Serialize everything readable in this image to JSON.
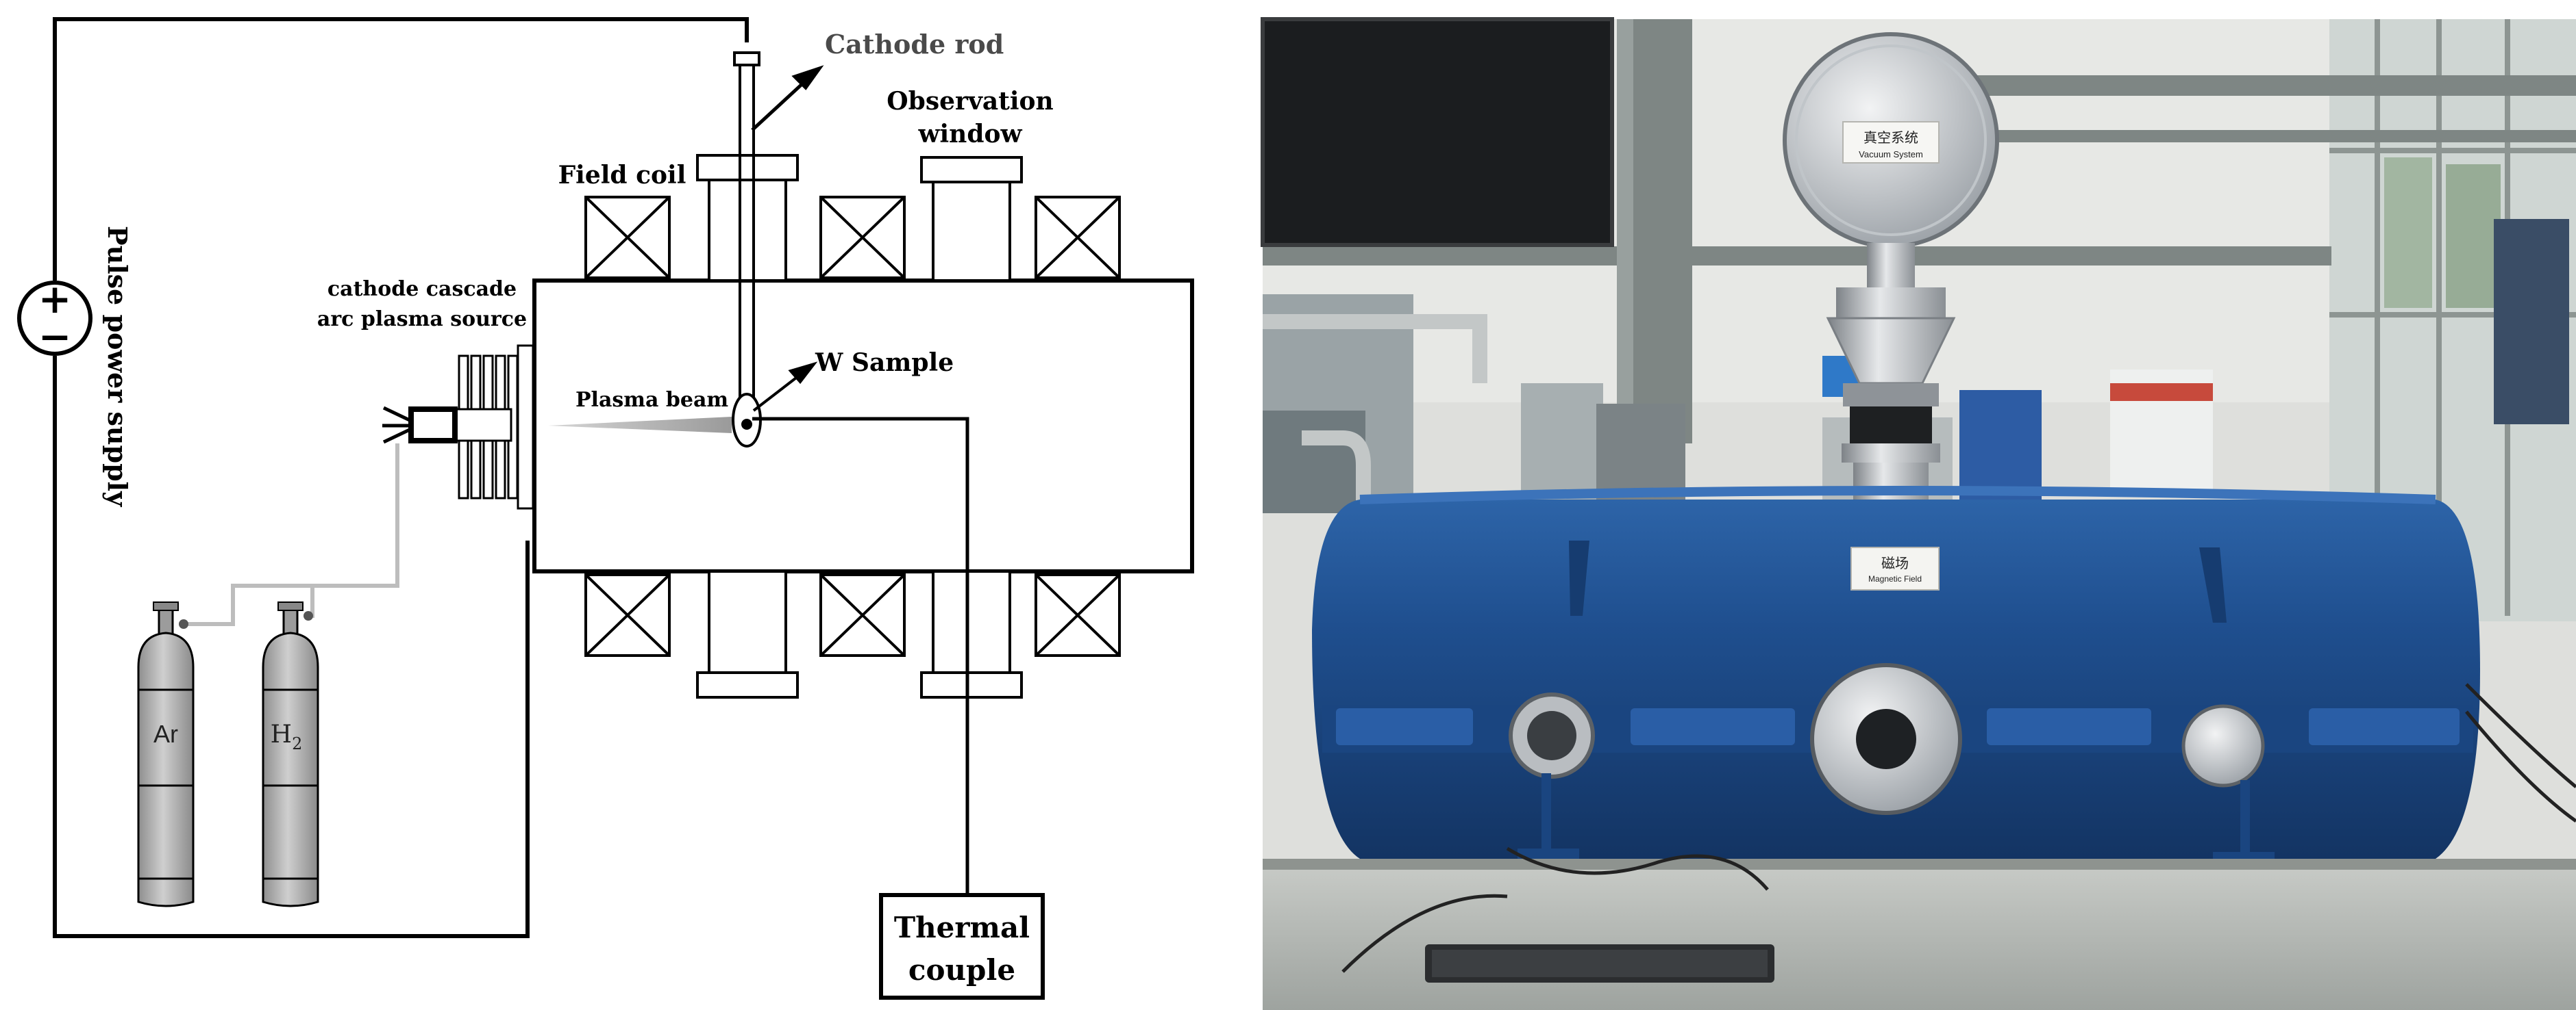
{
  "schematic": {
    "labels": {
      "cathode_rod": "Cathode rod",
      "observation_window_line1": "Observation",
      "observation_window_line2": "window",
      "field_coil": "Field coil",
      "cathode_cascade_line1": "cathode cascade",
      "cathode_cascade_line2": "arc plasma source",
      "plasma_beam": "Plasma beam",
      "w_sample": "W Sample",
      "pulse_power_supply": "Pulse power supply",
      "thermal_couple_line1": "Thermal",
      "thermal_couple_line2": "couple",
      "gas_ar": "Ar",
      "gas_h2": "H",
      "gas_h2_subscript": "2",
      "plus_sign": "+",
      "minus_sign": "−"
    }
  },
  "photo": {
    "sign_top_line1": "真空系统",
    "sign_top_line2": "Vacuum System",
    "sign_body_line1": "磁场",
    "sign_body_line2": "Magnetic Field"
  },
  "colors": {
    "line": "#000000",
    "gas_cylinder": "#b8b8b8",
    "gas_line": "#bdbdbd",
    "plasma_beam": "#a9a9a9",
    "chamber_blue": "#1f4f8f"
  }
}
